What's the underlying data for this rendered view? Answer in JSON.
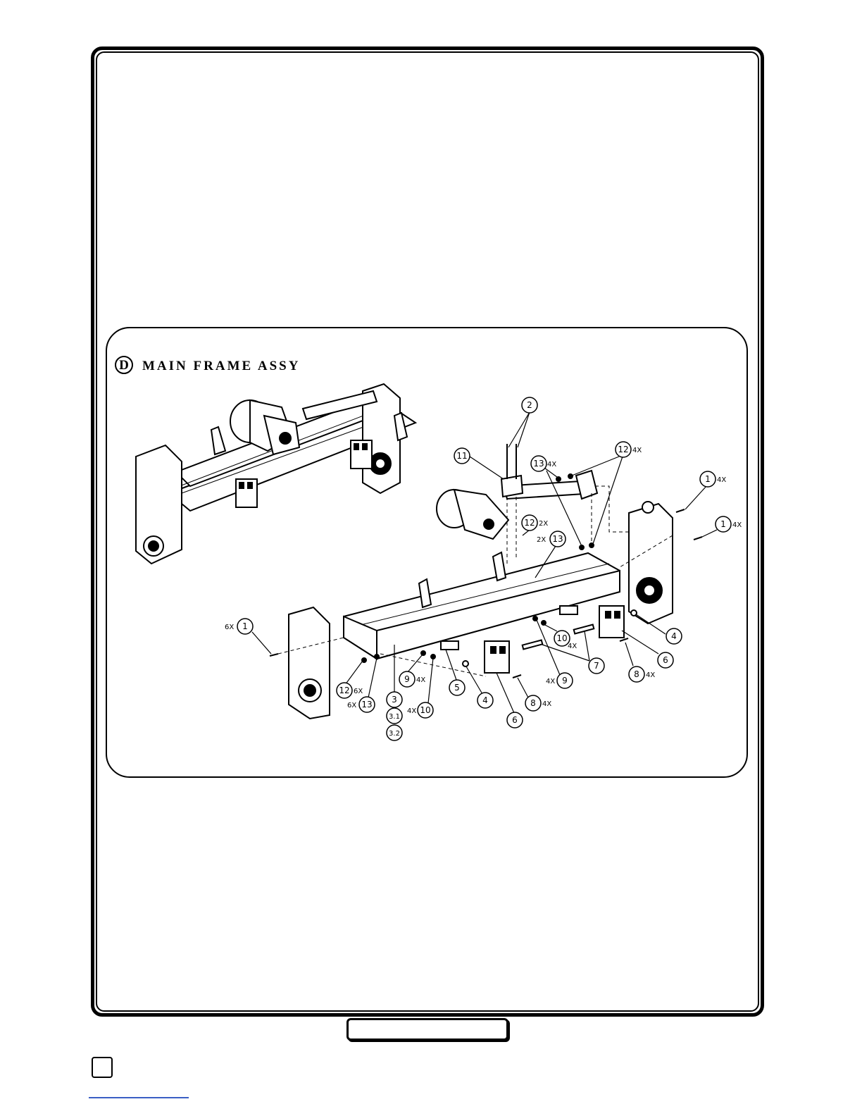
{
  "diagram": {
    "title_letter": "D",
    "title": "MAIN FRAME ASSY",
    "callouts": [
      {
        "num": "2",
        "qty": ""
      },
      {
        "num": "11",
        "qty": ""
      },
      {
        "num": "13",
        "qty": "4X"
      },
      {
        "num": "12",
        "qty": "4X"
      },
      {
        "num": "1",
        "qty": "4X"
      },
      {
        "num": "1",
        "qty": "4X"
      },
      {
        "num": "12",
        "qty": "2X"
      },
      {
        "num": "13",
        "qty": "2X"
      },
      {
        "num": "4",
        "qty": ""
      },
      {
        "num": "6",
        "qty": ""
      },
      {
        "num": "8",
        "qty": "4X"
      },
      {
        "num": "7",
        "qty": ""
      },
      {
        "num": "10",
        "qty": "4X"
      },
      {
        "num": "9",
        "qty": "4X"
      },
      {
        "num": "1",
        "qty": "6X"
      },
      {
        "num": "12",
        "qty": "6X"
      },
      {
        "num": "13",
        "qty": "6X"
      },
      {
        "num": "3",
        "qty": ""
      },
      {
        "num": "3.1",
        "qty": ""
      },
      {
        "num": "3.2",
        "qty": ""
      },
      {
        "num": "9",
        "qty": "4X"
      },
      {
        "num": "10",
        "qty": "4X"
      },
      {
        "num": "5",
        "qty": ""
      },
      {
        "num": "4",
        "qty": ""
      },
      {
        "num": "6",
        "qty": ""
      },
      {
        "num": "8",
        "qty": "4X"
      }
    ]
  },
  "colors": {
    "ink": "#000000",
    "footer_rule": "#3a5fc4"
  }
}
